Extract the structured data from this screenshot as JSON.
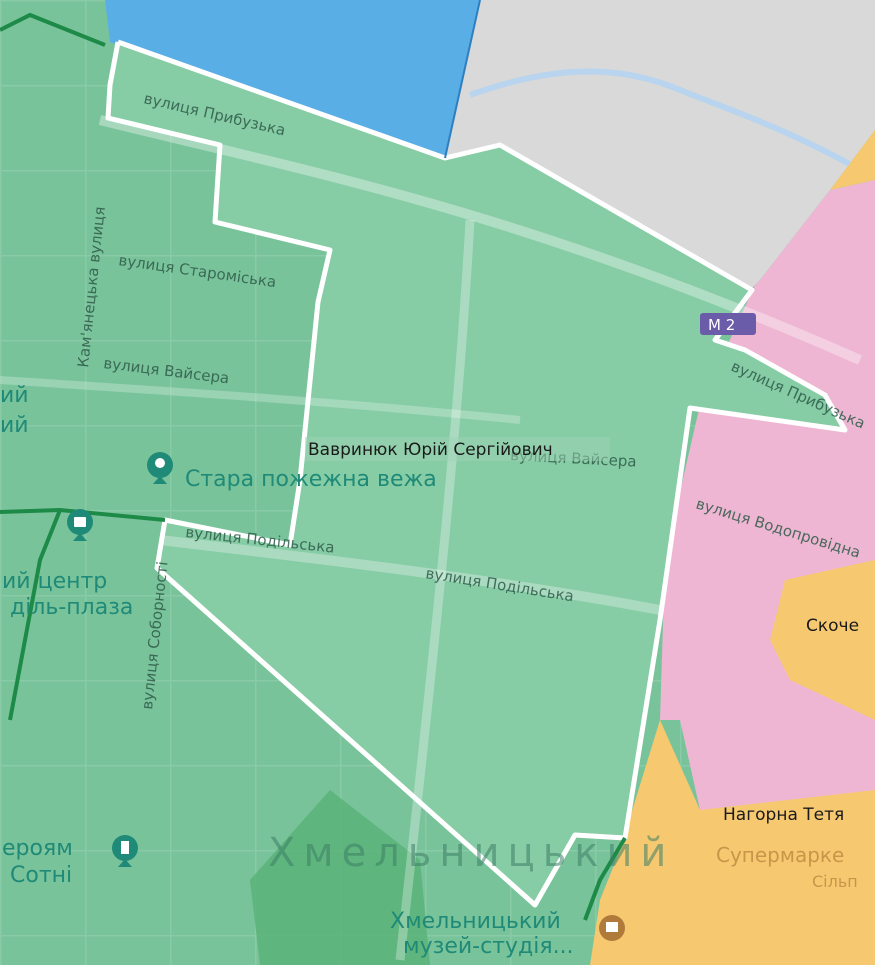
{
  "map": {
    "colors": {
      "district_green": "#7ac9a3",
      "district_blue": "#5aaee6",
      "district_pink": "#eeb6d2",
      "district_yellow": "#f6c970",
      "district_gray": "#d9d9d9",
      "boundary_white": "#ffffff",
      "boundary_green": "#1d8a48"
    },
    "selected_district": {
      "label": "Вавринюк Юрій Сергійович"
    },
    "streets": {
      "prybuzka_west": "вулиця Прибузька",
      "prybuzka_east": "вулиця Прибузька",
      "kamianetska": "Кам'янецька вулиця",
      "staromiska": "вулиця Староміська",
      "vaisera_west": "вулиця Вайсера",
      "vaisera_east": "вулиця Вайсера",
      "podilska_west": "вулиця Подільська",
      "podilska_east": "вулиця Подільська",
      "sobornosti": "вулиця Соборності",
      "vodoprovidna": "вулиця Водопровідна"
    },
    "pois": {
      "old_fire_tower": "Стара пожежна вежа",
      "mall_line1": "ий центр",
      "mall_line2": "діль-плаза",
      "heroes_line1": "ероям",
      "heroes_line2": "Сотні",
      "museum_line1": "Хмельницький",
      "museum_line2": "музей-студія...",
      "supermarket": "Супермарке",
      "silpo": "Сільп"
    },
    "city_label": "Хмельницький",
    "edge_labels": {
      "left_1": "ий",
      "left_2": "ий",
      "right_name_1": "Скоче",
      "right_name_2": "Нагорна Тетя"
    },
    "metro_badge": "M 2",
    "icons": [
      "pin-icon",
      "shopping-bag-icon",
      "monument-icon",
      "museum-icon",
      "metro-badge-icon"
    ]
  }
}
